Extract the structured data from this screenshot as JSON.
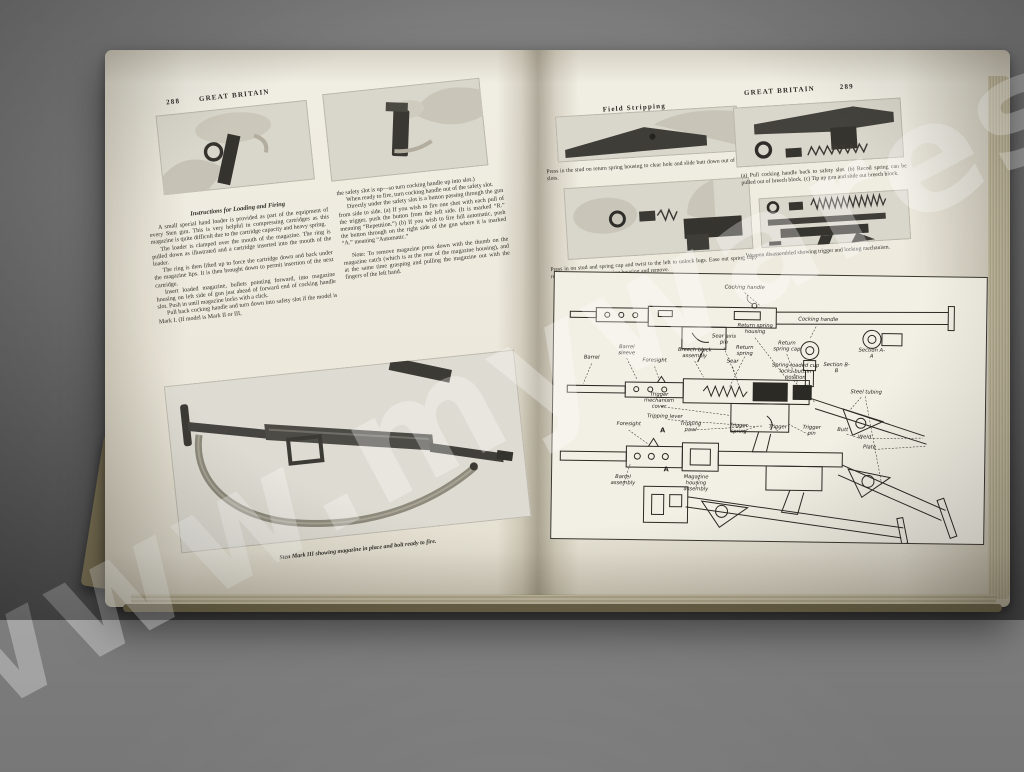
{
  "watermark": "www.mywares.com",
  "left_page": {
    "page_number": "288",
    "running_head": "GREAT BRITAIN",
    "heading": "Instructions for Loading and Firing",
    "col1": [
      "A small special hand loader is provided as part of the equipment of every Sten gun. This is very helpful in compressing cartridges as this magazine is quite difficult due to the cartridge capacity and heavy spring.",
      "The loader is clamped over the mouth of the magazine. The ring is pulled down as illustrated and a cartridge inserted into the mouth of the loader.",
      "The ring is then lifted up to force the cartridge down and back under the magazine lips. It is then brought down to permit insertion of the next cartridge.",
      "Insert loaded magazine, bullets pointing forward, into magazine housing on left side of gun just ahead of forward end of cocking handle slot. Push in until magazine locks with a click.",
      "Pull back cocking handle and turn down into safety slot if the model is Mark I. (If model is Mark II or III,"
    ],
    "col2": [
      "the safety slot is up—so turn cocking handle up into slot.)",
      "When ready to fire, turn cocking handle out of the safety slot.",
      "Directly under the safety slot is a button passing through the gun from side to side. (a) If you wish to fire one shot with each pull of the trigger, push the button from the left side. (It is marked “R.” meaning “Repetition.”) (b) If you wish to fire full automatic, push the button through on the right side of the gun where it is marked “A.” meaning “Automatic.”",
      "Note: To remove magazine press down with the thumb on the magazine catch (which is at the rear of the magazine housing), and at the same time grasping and pulling the magazine out with the fingers of the left hand."
    ],
    "caption": "Sten Mark III showing magazine in place and bolt ready to fire."
  },
  "right_page": {
    "running_head_center": "Field Stripping",
    "running_head": "GREAT BRITAIN",
    "page_number": "289",
    "captions": [
      "Press in the stud on return spring housing to clear hole and slide butt down out of its slots.",
      "Press in on stud and spring cap and twist to the left to unlock lugs. Ease out spring cap, return spring and return spring housing and remove.",
      "(a) Pull cocking handle back to safety slot. (b) Recoil spring can be pulled out of breech block. (c) Tip up gun and slide out breech block.",
      "Weapon disassembled showing trigger and locking mechanism."
    ],
    "diagram_labels": [
      "Cocking handle",
      "Barrel",
      "Barrel sleeve",
      "Foresight",
      "Breech block assembly",
      "Sear axis pin",
      "Return spring housing",
      "Return spring",
      "Sear",
      "Return spring cap",
      "Cocking handle",
      "Section B-B",
      "Section A-A",
      "Spring-loaded cup locks butt in position",
      "Pin",
      "Trigger mechanism cover",
      "Tripping lever",
      "Tripping pawl",
      "Trigger spring",
      "Trigger",
      "Trigger pin",
      "Steel tubing",
      "Butt",
      "Weld",
      "Plate",
      "Foresight",
      "Barrel assembly",
      "Magazine housing assembly",
      "A",
      "A"
    ]
  }
}
